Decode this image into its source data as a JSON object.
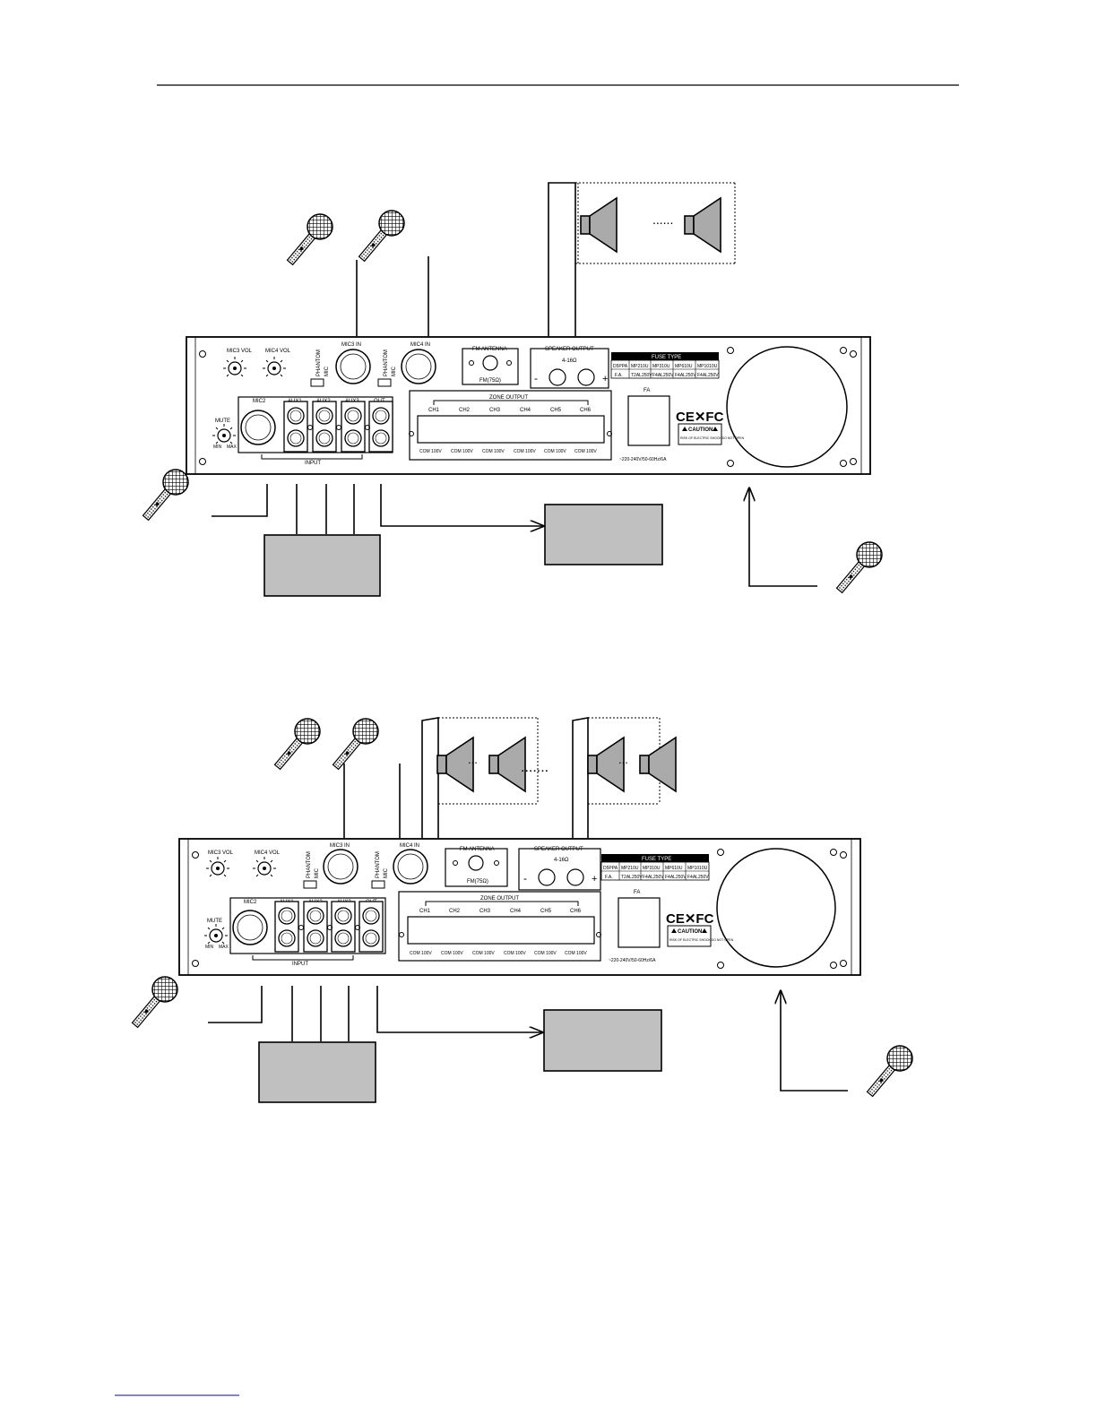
{
  "diagrams": [
    {
      "panel": {
        "mic3_vol": "MIC3 VOL",
        "mic4_vol": "MIC4 VOL",
        "phantom": "PHANTOM",
        "mic": "MIC",
        "mic3_in": "MIC3 IN",
        "mic4_in": "MIC4 IN",
        "fm_antenna": "FM ANTENNA",
        "fm_ohm": "FM(75Ω)",
        "speaker_output": "SPEAKER OUTPUT",
        "impedance": "4-16Ω",
        "minus": "-",
        "plus": "+",
        "mic2": "MIC2",
        "aux1": "AUX1",
        "aux2": "AUX2",
        "aux3": "AUX3",
        "out": "OUT",
        "input": "INPUT",
        "mute": "MUTE",
        "min": "MIN",
        "max": "MAX",
        "zone_output": "ZONE OUTPUT",
        "channels": [
          "CH1",
          "CH2",
          "CH3",
          "CH4",
          "CH5",
          "CH6"
        ],
        "com_labels": [
          "COM 100V",
          "COM 100V",
          "COM 100V",
          "COM 100V",
          "COM 100V",
          "COM 100V"
        ],
        "fuse": "FA",
        "power_spec": "~220-240V/50-60Hz/6A",
        "ce_fc": "CE✕FC",
        "caution": "CAUTION",
        "caution_sub": "RISK OF ELECTRIC SHOCK DO NOT OPEN",
        "fuse_table_header": "FUSE TYPE",
        "fuse_table_row1": [
          "D5PPA",
          "MP210U",
          "MP310U",
          "MP610U",
          "MP1010U"
        ],
        "fuse_table_row2": [
          "F.A.",
          "T2AL250V",
          "F4AL250V",
          "F4AL250V",
          "F4AL250V"
        ]
      },
      "speaker_dots": "......"
    },
    {
      "panel": {
        "mic3_vol": "MIC3 VOL",
        "mic4_vol": "MIC4 VOL",
        "phantom": "PHANTOM",
        "mic": "MIC",
        "mic3_in": "MIC3 IN",
        "mic4_in": "MIC4 IN",
        "fm_antenna": "FM ANTENNA",
        "fm_ohm": "FM(75Ω)",
        "speaker_output": "SPEAKER OUTPUT",
        "impedance": "4-16Ω",
        "minus": "-",
        "plus": "+",
        "mic2": "MIC2",
        "aux1": "AUX1",
        "aux2": "AUX2",
        "aux3": "AUX3",
        "out": "OUT",
        "input": "INPUT",
        "mute": "MUTE",
        "min": "MIN",
        "max": "MAX",
        "zone_output": "ZONE OUTPUT",
        "channels": [
          "CH1",
          "CH2",
          "CH3",
          "CH4",
          "CH5",
          "CH6"
        ],
        "com_labels": [
          "COM 100V",
          "COM 100V",
          "COM 100V",
          "COM 100V",
          "COM 100V",
          "COM 100V"
        ],
        "fuse": "FA",
        "power_spec": "~220-240V/50-60Hz/6A",
        "ce_fc": "CE✕FC",
        "caution": "CAUTION",
        "caution_sub": "RISK OF ELECTRIC SHOCK DO NOT OPEN",
        "fuse_table_header": "FUSE TYPE",
        "fuse_table_row1": [
          "D5PPA",
          "MP210U",
          "MP310U",
          "MP610U",
          "MP1010U"
        ],
        "fuse_table_row2": [
          "F.A.",
          "T2AL250V",
          "F4AL250V",
          "F4AL250V",
          "F4AL250V"
        ]
      },
      "speaker_dots_inner": "...",
      "speaker_dots_between": "......."
    }
  ]
}
